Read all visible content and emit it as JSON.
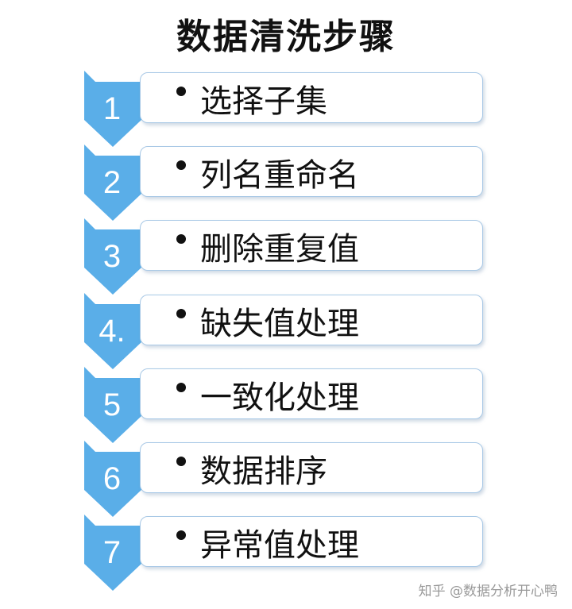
{
  "title": "数据清洗步骤",
  "steps": [
    {
      "number": "1",
      "label": "选择子集"
    },
    {
      "number": "2",
      "label": "列名重命名"
    },
    {
      "number": "3",
      "label": "删除重复值"
    },
    {
      "number": "4.",
      "label": "缺失值处理"
    },
    {
      "number": "5",
      "label": "一致化处理"
    },
    {
      "number": "6",
      "label": "数据排序"
    },
    {
      "number": "7",
      "label": "异常值处理"
    }
  ],
  "watermark": "知乎 @数据分析开心鸭",
  "colors": {
    "chevron": "#5aaee8",
    "box_border": "#a9c9e6",
    "text": "#111111"
  }
}
